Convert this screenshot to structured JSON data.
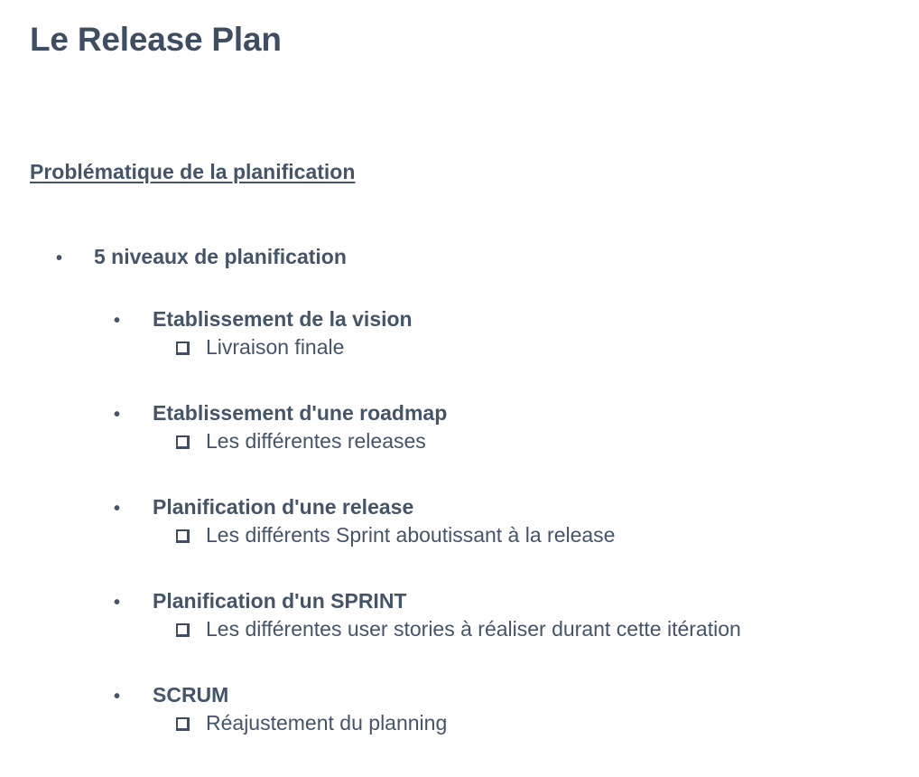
{
  "slide": {
    "title": "Le Release Plan",
    "section_heading": "Problématique de la planification",
    "level1_bullet": "•",
    "level1_text": "5 niveaux de planification",
    "levels": [
      {
        "bullet": "•",
        "title": "Etablissement de la vision",
        "detail": "Livraison finale"
      },
      {
        "bullet": "•",
        "title": "Etablissement d'une roadmap",
        "detail": "Les différentes releases"
      },
      {
        "bullet": "•",
        "title": "Planification d'une release",
        "detail": "Les différents Sprint aboutissant à la release"
      },
      {
        "bullet": "•",
        "title": "Planification d'un SPRINT",
        "detail": "Les différentes user stories à réaliser durant cette itération"
      },
      {
        "bullet": "•",
        "title": "SCRUM",
        "detail": "Réajustement du planning"
      }
    ]
  },
  "colors": {
    "text": "#44546a",
    "title": "#3f4d62",
    "background": "#ffffff"
  },
  "icons": {
    "sub_bullet": "checkbox-icon"
  }
}
